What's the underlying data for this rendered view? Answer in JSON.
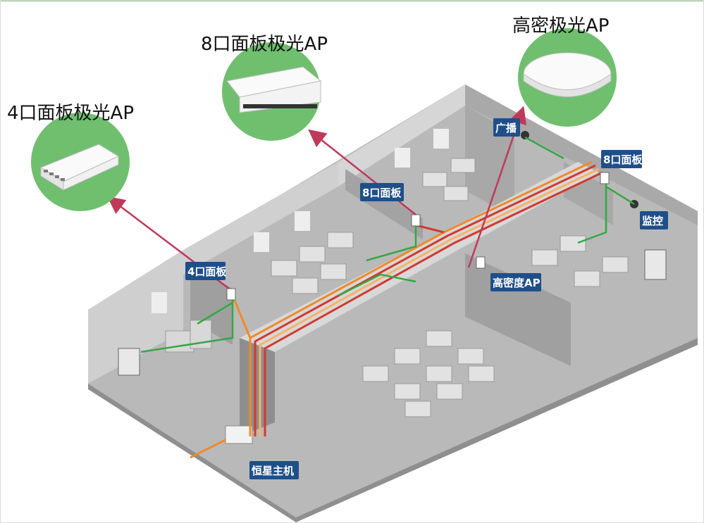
{
  "callouts": {
    "ap4": "4口面板极光AP",
    "ap8": "8口面板极光AP",
    "ap_hd": "高密极光AP"
  },
  "tags": {
    "panel4": "4口面板",
    "panel8_left": "8口面板",
    "panel8_right": "8口面板",
    "broadcast": "广播",
    "monitor": "监控",
    "high_density_ap": "高密度AP",
    "host": "恒星主机"
  },
  "colors": {
    "circle": "#6fbf6f",
    "arrow": "#c0395a",
    "tag": "#1e4f8a",
    "cable_green": "#33a845",
    "cable_orange": "#f08a2a",
    "cable_red": "#d2392f"
  }
}
